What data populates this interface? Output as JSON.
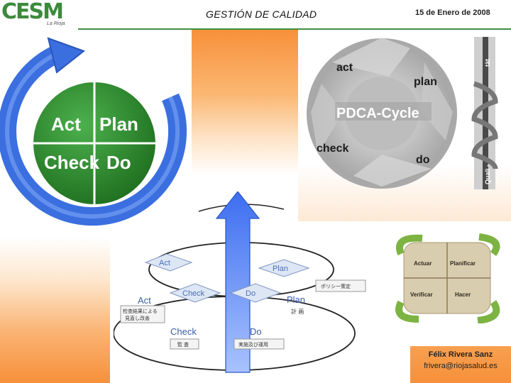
{
  "header": {
    "logo_text": "CESM",
    "logo_subtitle": "La Rioja",
    "title": "GESTIÓN DE CALIDAD",
    "date": "15 de Enero de 2008"
  },
  "colors": {
    "accent_green": "#3f8f3f",
    "circle_green": "#2d8a2d",
    "arrow_blue": "#3b6fe0",
    "gradient_orange": "#f7903a"
  },
  "cycle_circle": {
    "act": "Act",
    "plan": "Plan",
    "check": "Check",
    "do": "Do"
  },
  "pdca_wheel": {
    "center": "PDCA-Cycle",
    "act": "act",
    "plan": "plan",
    "check": "check",
    "do": "do",
    "axis_top": "tät",
    "axis_bottom": "Quali -"
  },
  "spiral_diagram": {
    "inner_act": "Act",
    "inner_plan": "Plan",
    "inner_check": "Check",
    "inner_do": "Do",
    "outer_act": "Act",
    "outer_plan": "Plan",
    "outer_check": "Check",
    "outer_do": "Do",
    "note_act": "检查結果による",
    "note_act_2": "見直し改善",
    "note_policy": "ポリシー策定",
    "note_plan": "計 画",
    "note_check": "監 査",
    "note_do": "実施及び運用"
  },
  "stone_cycle": {
    "actuar": "Actuar",
    "planificar": "Planificar",
    "verificar": "Verificar",
    "hacer": "Hacer"
  },
  "author": {
    "name": "Félix Rivera Sanz",
    "email": "frivera@riojasalud.es"
  }
}
